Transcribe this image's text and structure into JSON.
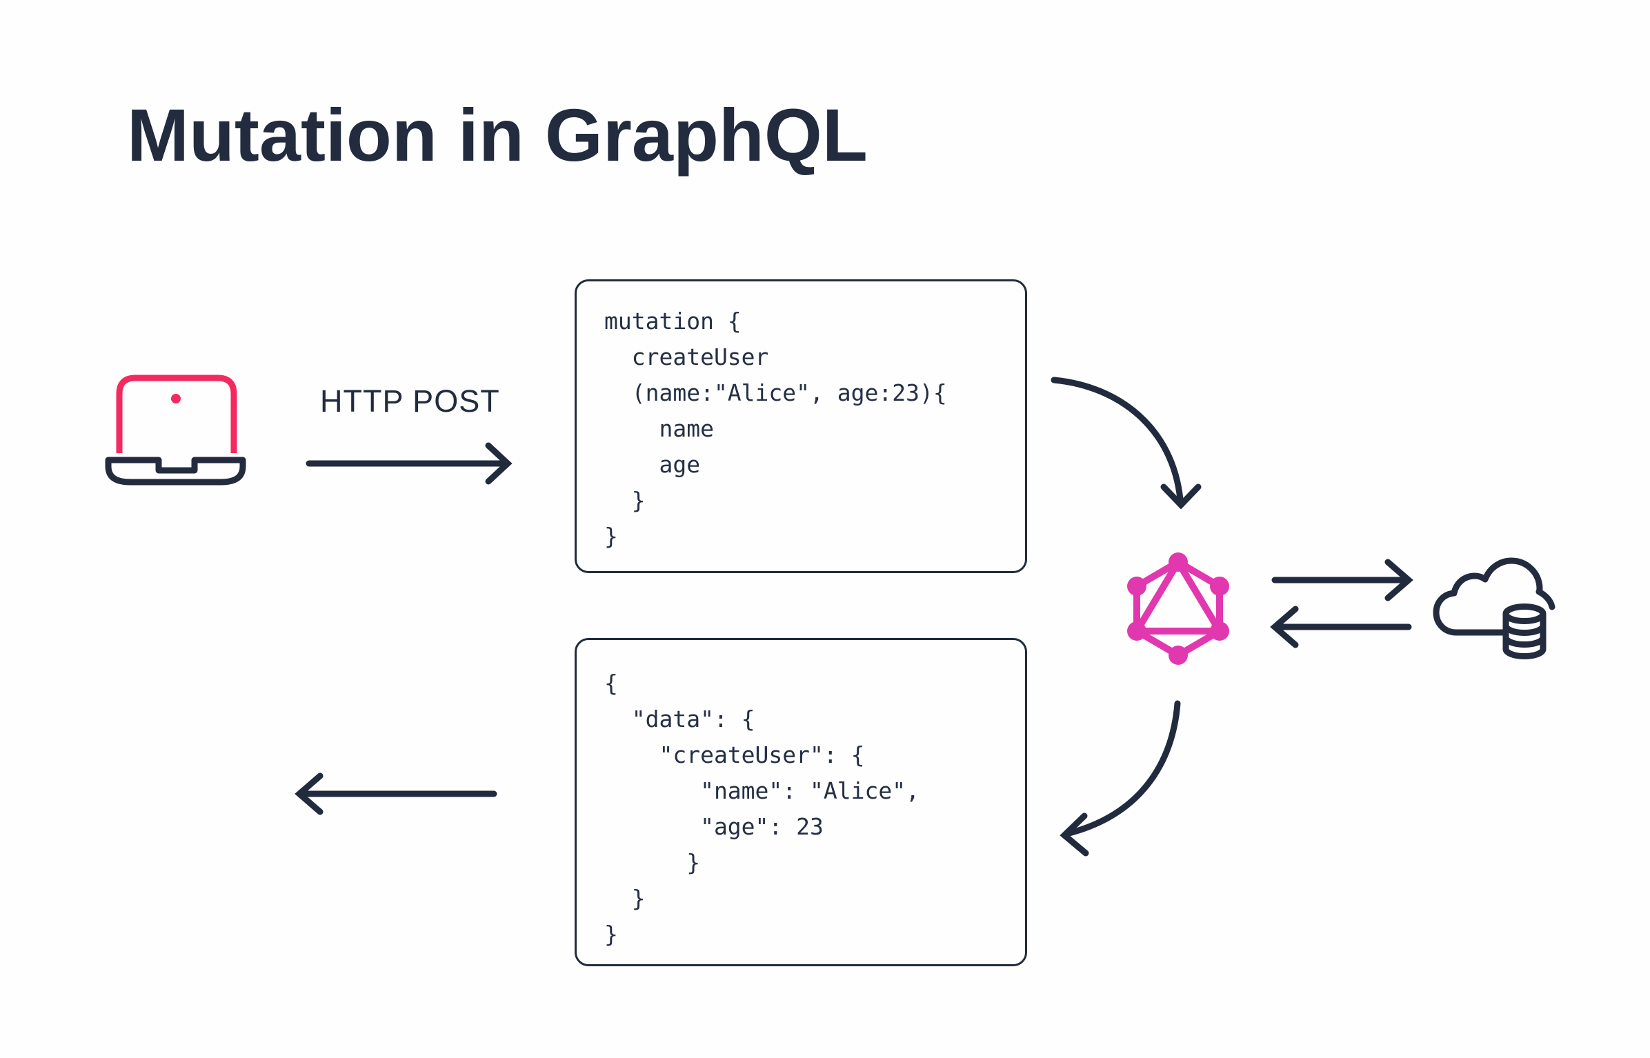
{
  "title": "Mutation in GraphQL",
  "colors": {
    "navy": "#222C3E",
    "pink": "#F4295F",
    "magenta": "#E138AF",
    "background": "#FEFEFE"
  },
  "client": {
    "icon": "laptop-icon",
    "request_label": "HTTP POST"
  },
  "request_box": {
    "code": [
      "mutation {",
      "  createUser",
      "  (name:\"Alice\", age:23){",
      "    name",
      "    age",
      "  }",
      "}"
    ]
  },
  "response_box": {
    "code": [
      "{",
      "  \"data\": {",
      "    \"createUser\": {",
      "       \"name\": \"Alice\",",
      "       \"age\": 23",
      "      }",
      "  }",
      "}"
    ]
  },
  "server": {
    "icon": "graphql-logo-icon"
  },
  "storage": {
    "icon": "cloud-database-icon"
  }
}
